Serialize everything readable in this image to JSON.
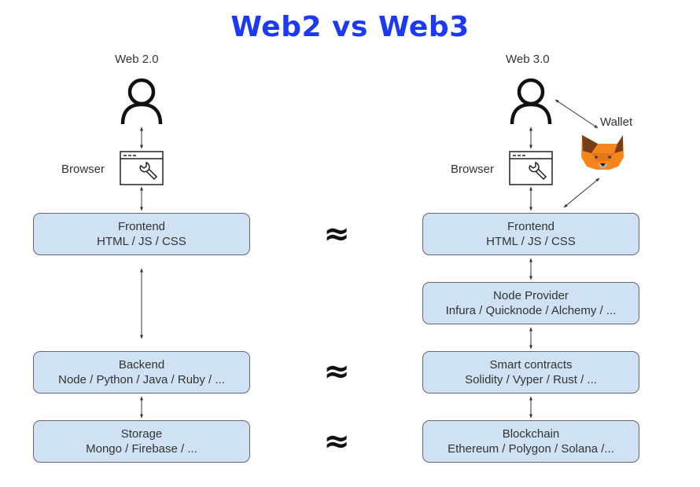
{
  "title": "Web2 vs Web3",
  "web2": {
    "heading": "Web 2.0",
    "browser_label": "Browser",
    "boxes": [
      {
        "title": "Frontend",
        "subtitle": "HTML / JS / CSS"
      },
      {
        "title": "Backend",
        "subtitle": "Node / Python / Java / Ruby / ..."
      },
      {
        "title": "Storage",
        "subtitle": "Mongo / Firebase / ..."
      }
    ]
  },
  "web3": {
    "heading": "Web 3.0",
    "browser_label": "Browser",
    "wallet_label": "Wallet",
    "boxes": [
      {
        "title": "Frontend",
        "subtitle": "HTML / JS / CSS"
      },
      {
        "title": "Node Provider",
        "subtitle": "Infura / Quicknode / Alchemy / ..."
      },
      {
        "title": "Smart contracts",
        "subtitle": "Solidity / Vyper / Rust / ..."
      },
      {
        "title": "Blockchain",
        "subtitle": "Ethereum / Polygon / Solana /..."
      }
    ]
  },
  "approx_symbol": "≈",
  "colors": {
    "title": "#1c3af5",
    "box_fill": "#cfe2f3",
    "box_border": "#666666",
    "fox": "#f6851b"
  }
}
